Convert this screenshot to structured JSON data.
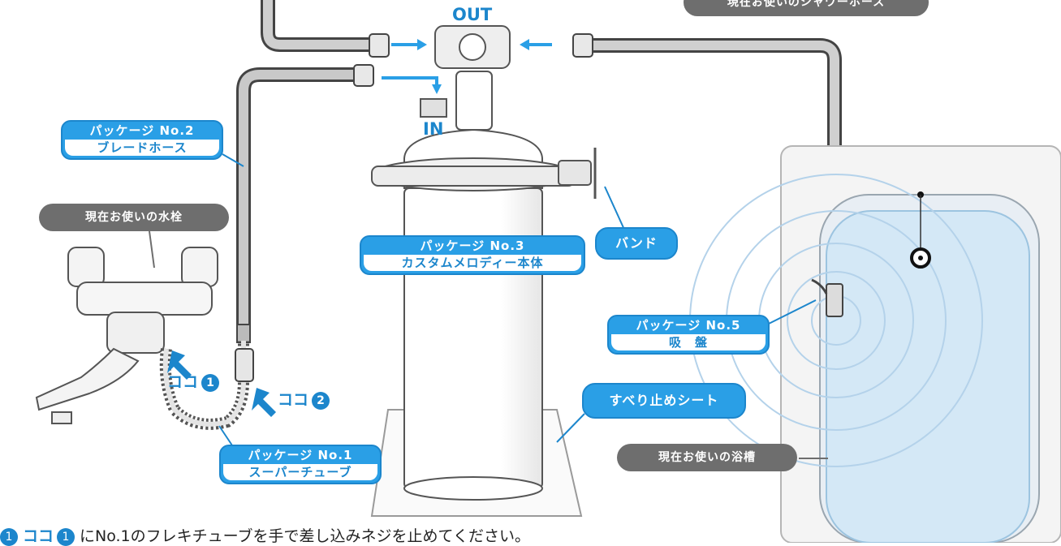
{
  "labels": {
    "shower_hose": "現在お使いのシャワーホース",
    "out": "OUT",
    "in": "IN",
    "pkg2_line1": "パッケージ No.2",
    "pkg2_line2": "ブレードホース",
    "faucet": "現在お使いの水栓",
    "pkg3_line1": "パッケージ No.3",
    "pkg3_line2": "カスタムメロディー本体",
    "band": "バンド",
    "pkg5_line1": "パッケージ No.5",
    "pkg5_line2": "吸　盤",
    "koko1": "ココ",
    "koko1_num": "1",
    "koko2": "ココ",
    "koko2_num": "2",
    "pkg1_line1": "パッケージ No.1",
    "pkg1_line2": "スーパーチューブ",
    "sheet": "すべり止めシート",
    "bathtub": "現在お使いの浴槽"
  },
  "instruction": {
    "step_num": "1",
    "koko": "ココ",
    "koko_num": "1",
    "text": "にNo.1のフレキチューブを手で差し込みネジを止めてください。"
  },
  "colors": {
    "accent_blue": "#2a9fe6",
    "label_gray": "#6e6e6e",
    "water": "#d4e8f6"
  }
}
